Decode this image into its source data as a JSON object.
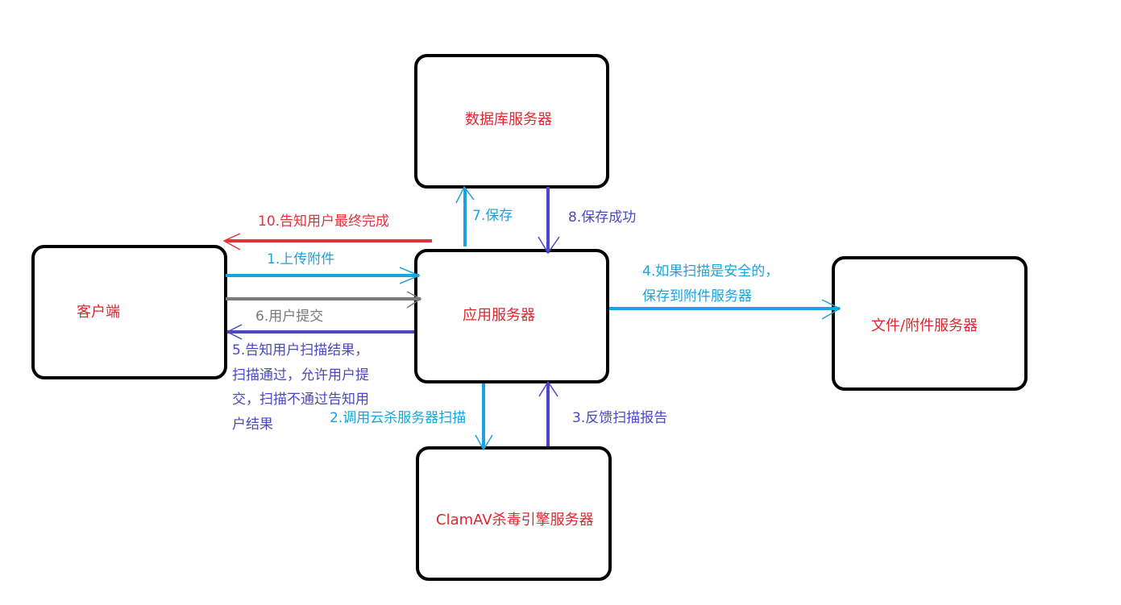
{
  "nodes": {
    "client": "客户端",
    "app_server": "应用服务器",
    "db_server": "数据库服务器",
    "file_server": "文件/附件服务器",
    "clamav_server": "ClamAV杀毒引擎服务器"
  },
  "edges": {
    "e1": "1.上传附件",
    "e2": "2.调用云杀服务器扫描",
    "e3": "3.反馈扫描报告",
    "e4_line1": "4.如果扫描是安全的，",
    "e4_line2": "保存到附件服务器",
    "e5_line1": "5.告知用户扫描结果，",
    "e5_line2": "扫描通过，允许用户提",
    "e5_line3": "交，扫描不通过告知用",
    "e5_line4": "户结果",
    "e6": "6.用户提交",
    "e7": "7.保存",
    "e8": "8.保存成功",
    "e10": "10.告知用户最终完成"
  },
  "colors": {
    "cyan": "#1aa3de",
    "blue": "#4a48c4",
    "gray": "#7a7a7a",
    "red": "#e8303a",
    "node_text": "#e0262e"
  }
}
